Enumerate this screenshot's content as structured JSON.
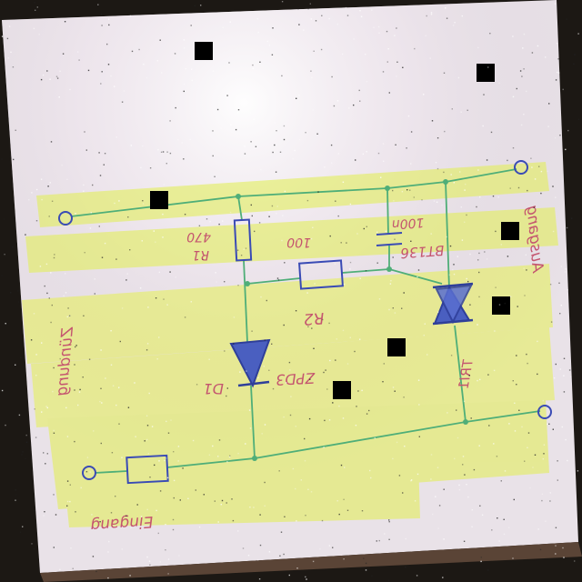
{
  "photo": {
    "paper_color": "#ece6ea",
    "highlighter_color": "#e6f06a",
    "wire_color": "#4fae78",
    "pencil_blue": "#3a4bb5",
    "pencil_red": "#c4556f"
  },
  "labels": {
    "input": "Eingang",
    "output": "Ausgang",
    "trigger": "Zündung",
    "r1_name": "R1",
    "r1_value": "470",
    "r2_name": "R2",
    "r2_value": "100",
    "c1_value": "100n",
    "d1_name": "D1",
    "d1_part": "ZPD3",
    "triac_part": "BT136",
    "triac_name": "TRI1"
  }
}
